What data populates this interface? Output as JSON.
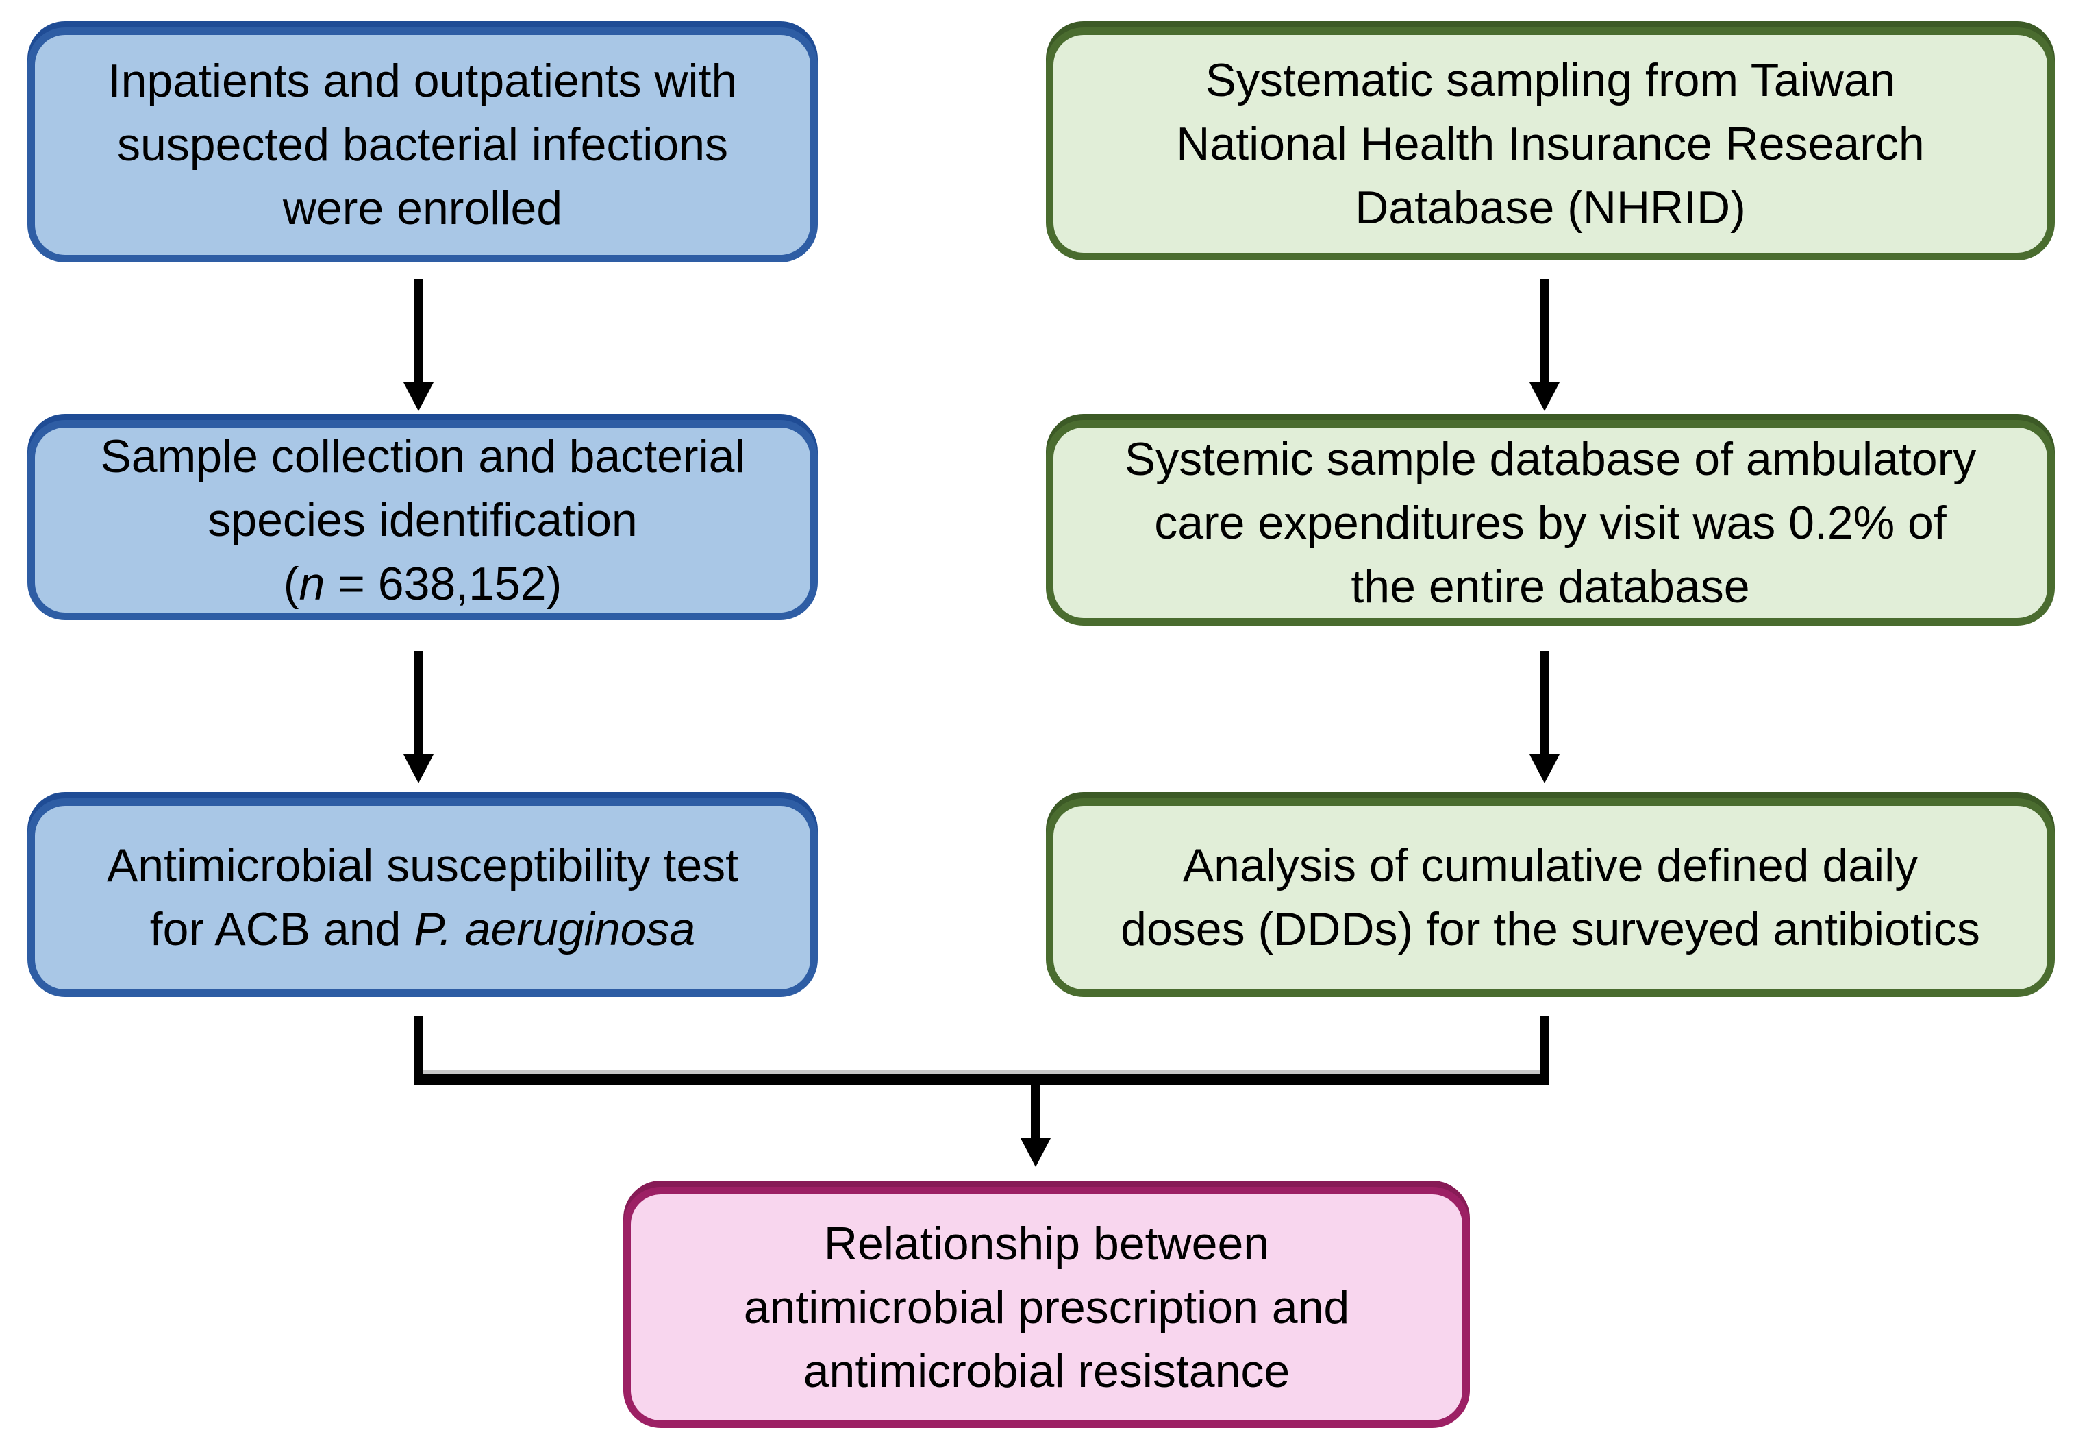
{
  "figure": {
    "type": "flowchart",
    "background": "#ffffff",
    "connector_color": "#000000",
    "styles": {
      "blue": {
        "fill": "#a9c7e6",
        "border": "#2e5da4"
      },
      "green": {
        "fill": "#e1eed8",
        "border": "#4a6c2f"
      },
      "pink": {
        "fill": "#f8d6ee",
        "border": "#9c2064"
      }
    },
    "nodes": {
      "enrollment": {
        "style": "blue",
        "column": "left",
        "row": 1,
        "lines": [
          [
            {
              "t": "Inpatients and outpatients with"
            }
          ],
          [
            {
              "t": "suspected bacterial infections"
            }
          ],
          [
            {
              "t": "were enrolled"
            }
          ]
        ]
      },
      "nhrid_sampling": {
        "style": "green",
        "column": "right",
        "row": 1,
        "lines": [
          [
            {
              "t": "Systematic sampling from Taiwan"
            }
          ],
          [
            {
              "t": "National Health Insurance Research"
            }
          ],
          [
            {
              "t": "Database (NHRID)"
            }
          ]
        ]
      },
      "sample_collection": {
        "style": "blue",
        "column": "left",
        "row": 2,
        "lines": [
          [
            {
              "t": "Sample collection and bacterial"
            }
          ],
          [
            {
              "t": "species identification"
            }
          ],
          [
            {
              "t": "("
            },
            {
              "t": "n",
              "i": true
            },
            {
              "t": " = 638,152)"
            }
          ]
        ]
      },
      "systemic_database": {
        "style": "green",
        "column": "right",
        "row": 2,
        "lines": [
          [
            {
              "t": "Systemic sample database of ambulatory"
            }
          ],
          [
            {
              "t": "care expenditures by visit was 0.2% of"
            }
          ],
          [
            {
              "t": "the entire database"
            }
          ]
        ]
      },
      "susceptibility_test": {
        "style": "blue",
        "column": "left",
        "row": 3,
        "lines": [
          [
            {
              "t": "Antimicrobial susceptibility test"
            }
          ],
          [
            {
              "t": "for ACB and "
            },
            {
              "t": "P. aeruginosa",
              "i": true
            }
          ]
        ]
      },
      "ddd_analysis": {
        "style": "green",
        "column": "right",
        "row": 3,
        "lines": [
          [
            {
              "t": "Analysis of cumulative defined daily"
            }
          ],
          [
            {
              "t": "doses (DDDs) for the surveyed antibiotics"
            }
          ]
        ]
      },
      "relationship": {
        "style": "pink",
        "column": "center",
        "row": 4,
        "lines": [
          [
            {
              "t": "Relationship between"
            }
          ],
          [
            {
              "t": "antimicrobial prescription and"
            }
          ],
          [
            {
              "t": "antimicrobial resistance"
            }
          ]
        ]
      }
    },
    "edges": [
      {
        "from": "enrollment",
        "to": "sample_collection"
      },
      {
        "from": "nhrid_sampling",
        "to": "systemic_database"
      },
      {
        "from": "sample_collection",
        "to": "susceptibility_test"
      },
      {
        "from": "systemic_database",
        "to": "ddd_analysis"
      },
      {
        "from": "susceptibility_test",
        "to": "relationship"
      },
      {
        "from": "ddd_analysis",
        "to": "relationship"
      }
    ]
  }
}
